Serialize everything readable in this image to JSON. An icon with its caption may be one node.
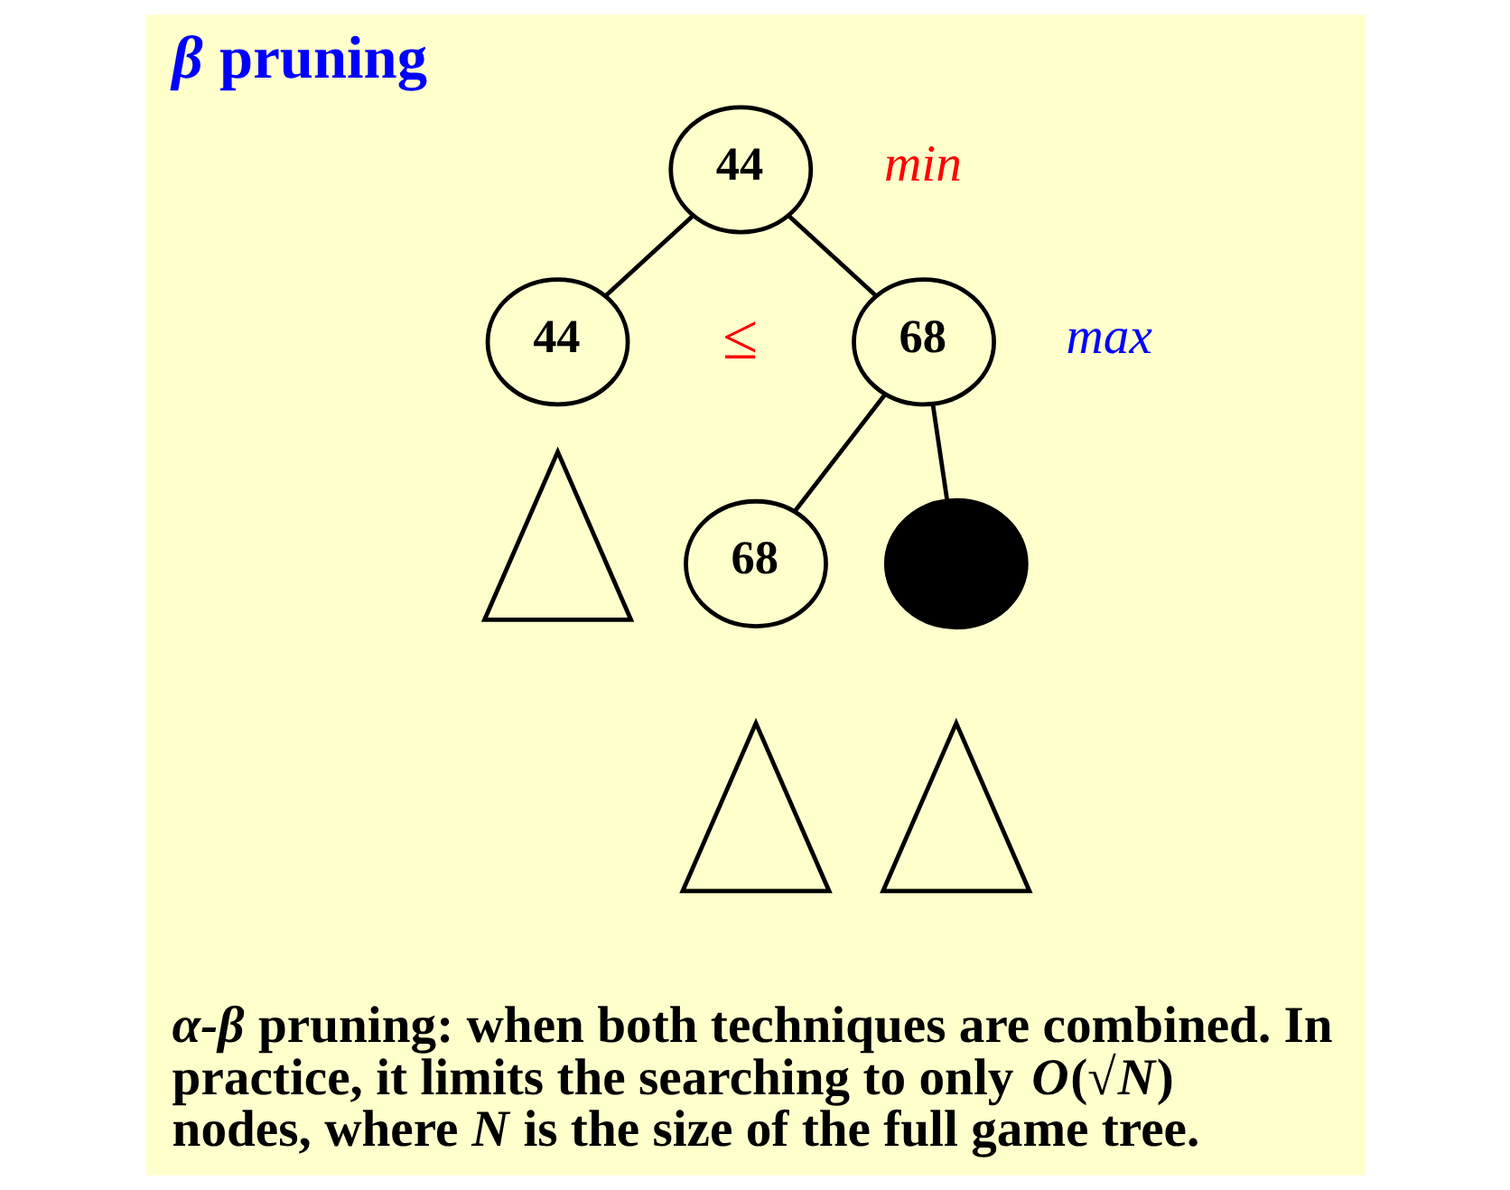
{
  "diagram": {
    "title": "*β* pruning",
    "caption": "*α-β* pruning: when both techniques are combined. In practice, it limits the searching to only *O*(√*N*) nodes, where *N* is the size of the full game tree.",
    "nodes": [
      {
        "text": [
          "44"
        ],
        "beside": [
          "min"
        ]
      },
      {
        "text": [
          "44"
        ]
      },
      {
        "text": [
          "68"
        ],
        "beside": [
          "max"
        ]
      },
      {
        "text": [],
        "shape": "triangle"
      },
      {
        "text": [
          "68"
        ]
      },
      {
        "text": [],
        "shape": "circle"
      },
      {
        "text": [],
        "shape": "triangle"
      },
      {
        "text": [],
        "shape": "triangle"
      }
    ],
    "edges": [
      {
        "from": 0,
        "to": 1,
        "arrow": "none"
      },
      {
        "from": 0,
        "to": 2,
        "arrow": "none"
      },
      {
        "from": 2,
        "to": 4,
        "arrow": "none"
      },
      {
        "from": 2,
        "to": 5,
        "arrow": "none"
      }
    ],
    "labels": [
      "≤"
    ]
  }
}
